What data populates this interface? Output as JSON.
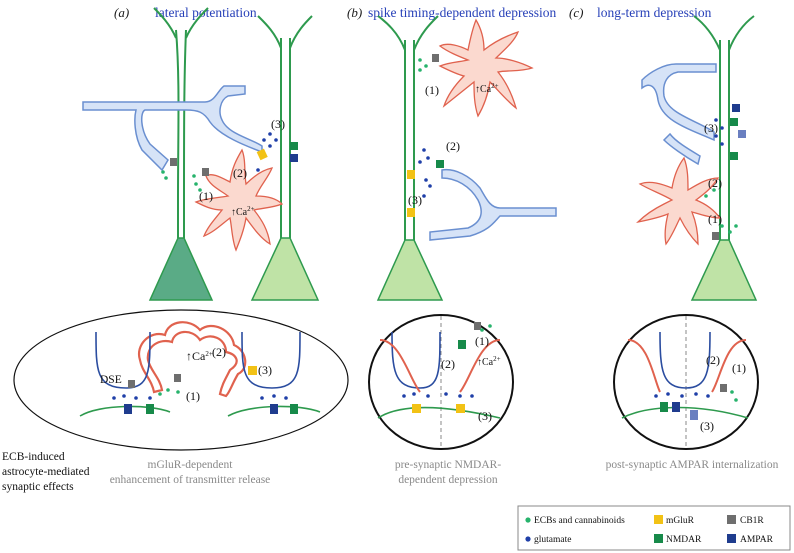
{
  "panels": [
    {
      "label": "(a)",
      "title": "lateral potentiation",
      "caption_lines": [
        "mGluR-dependent",
        "enhancement of transmitter release"
      ]
    },
    {
      "label": "(b)",
      "title": "spike timing-dependent depression",
      "caption_lines": [
        "pre-synaptic NMDAR-",
        "dependent depression"
      ]
    },
    {
      "label": "(c)",
      "title": "long-term depression",
      "caption_lines": [
        "post-synaptic AMPAR internalization"
      ]
    }
  ],
  "side_caption_lines": [
    "ECB-induced",
    "astrocyte-mediated",
    "synaptic effects"
  ],
  "step_labels": {
    "one": "(1)",
    "two": "(2)",
    "three": "(3)"
  },
  "calcium": {
    "base": "Ca",
    "sup": "2+"
  },
  "dse_label": "DSE",
  "legend": {
    "ecb": "ECBs and cannabinoids",
    "glutamate": "glutamate",
    "mglur": "mGluR",
    "nmdar": "NMDAR",
    "cb1r": "CB1R",
    "ampar": "AMPAR"
  },
  "colors": {
    "dendrite_green": "#2e9a4e",
    "soma_dark": "#5aab86",
    "soma_light": "#bfe3a6",
    "axon_blue": "#6a8fd0",
    "axon_fill": "#d6e3f7",
    "astrocyte_edge": "#e0624e",
    "astrocyte_fill": "#fbd9cf",
    "ecb_dot": "#27b36c",
    "glutamate_dot": "#1f3fa8",
    "mglur": "#f2c215",
    "nmdar": "#178a4a",
    "ampar": "#1f3c8e",
    "cb1r": "#6e6e6e",
    "title_blue": "#2740b8"
  }
}
